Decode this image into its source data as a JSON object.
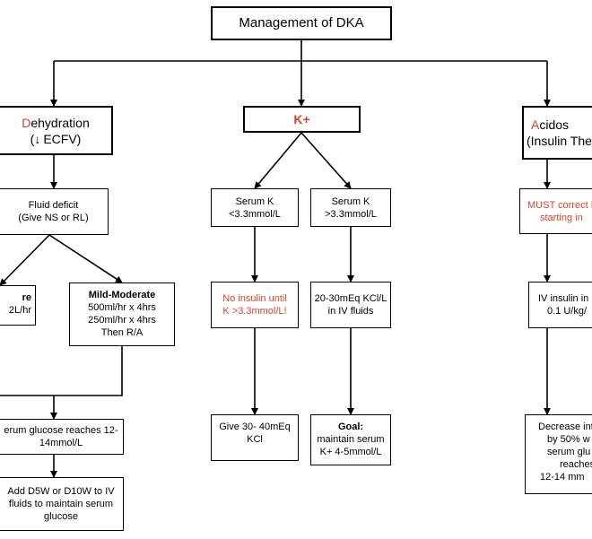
{
  "title": "Management of DKA",
  "branches": {
    "dehydration": {
      "first_letter": "D",
      "rest": "ehydration",
      "sub_symbol": "(↓",
      "sub_text": "ECFV)"
    },
    "potassium": {
      "label": "K+"
    },
    "acidosis": {
      "first_letter": "A",
      "rest": "cidos",
      "sub": "(Insulin The"
    }
  },
  "dehydration_nodes": {
    "fluid_deficit": [
      "Fluid deficit",
      "(Give NS or RL)"
    ],
    "severe": [
      "re",
      "2L/hr"
    ],
    "mild_moderate": {
      "heading": "Mild-Moderate",
      "lines": [
        "500ml/hr x 4hrs",
        "250ml/hr x 4hrs",
        "Then R/A"
      ]
    },
    "glucose_reaches": [
      "erum glucose reaches 12-",
      "14mmol/L"
    ],
    "add_dextrose": [
      "Add D5W or D10W to IV",
      "fluids to maintain serum",
      "glucose"
    ]
  },
  "potassium_nodes": {
    "low_k": [
      "Serum K",
      "<3.3mmol/L"
    ],
    "high_k": [
      "Serum K",
      ">3.3mmol/L"
    ],
    "no_insulin": [
      "No insulin until",
      "K >3.3mmol/L!"
    ],
    "kcl_20_30": [
      "20-30mEq KCl/L",
      "in IV fluids"
    ],
    "give_kcl": [
      "Give 30- 40mEq",
      "KCl"
    ],
    "goal": {
      "heading": "Goal:",
      "lines": [
        "maintain serum",
        "K+ 4-5mmol/L"
      ]
    }
  },
  "acidosis_nodes": {
    "must_correct": [
      "MUST correct K",
      "starting in"
    ],
    "iv_insulin": [
      "IV insulin in",
      "0.1 U/kg/"
    ],
    "decrease": [
      "Decrease int",
      "by 50% w",
      "serum glu",
      "reaches",
      "12-14 mm"
    ]
  },
  "colors": {
    "line": "#000000",
    "accent_red": "#d9432c",
    "background": "#ffffff"
  }
}
